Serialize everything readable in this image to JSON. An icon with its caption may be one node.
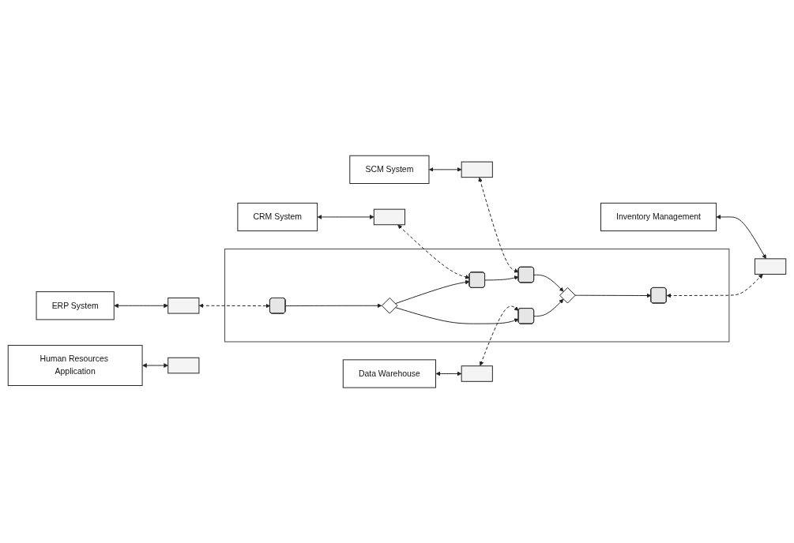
{
  "diagram": {
    "nodes": [
      {
        "text": [
          "CRM System"
        ]
      },
      {
        "text": [
          "SCM System"
        ]
      },
      {
        "text": [
          "ERP System"
        ]
      },
      {
        "text": [
          "Data Warehouse"
        ]
      },
      {
        "text": [
          "Human Resources Application"
        ]
      },
      {
        "text": [
          "Inventory Management"
        ]
      },
      {
        "text": [],
        "shape": "box"
      },
      {
        "text": [],
        "shape": "box"
      },
      {
        "text": [],
        "shape": "box"
      },
      {
        "text": [],
        "shape": "box"
      },
      {
        "text": [],
        "shape": "box"
      },
      {
        "text": [],
        "shape": "box"
      },
      {
        "text": [],
        "shape": "box"
      },
      {
        "text": [],
        "shape": "box",
        "in": 6
      },
      {
        "text": [],
        "shape": "diamond",
        "in": 6
      },
      {
        "text": [],
        "shape": "box",
        "in": 6
      },
      {
        "text": [],
        "shape": "box",
        "in": 6
      },
      {
        "text": [],
        "shape": "box",
        "in": 6
      },
      {
        "text": [],
        "shape": "diamond",
        "in": 6
      },
      {
        "text": [],
        "shape": "box",
        "in": 6
      }
    ],
    "edges": [
      {
        "from": 0,
        "to": 7,
        "arrow": "both"
      },
      {
        "from": 1,
        "to": 8,
        "arrow": "both"
      },
      {
        "from": 2,
        "to": 9,
        "arrow": "both"
      },
      {
        "from": 3,
        "to": 10,
        "arrow": "both"
      },
      {
        "from": 4,
        "to": 11,
        "arrow": "both"
      },
      {
        "from": 5,
        "to": 12,
        "arrow": "both"
      },
      {
        "from": 7,
        "to": 15,
        "arrow": "both",
        "style": "dashed"
      },
      {
        "from": 8,
        "to": 16,
        "arrow": "both",
        "style": "dashed"
      },
      {
        "from": 9,
        "to": 13,
        "arrow": "both",
        "style": "dashed"
      },
      {
        "from": 10,
        "to": 17,
        "arrow": "both",
        "style": "dashed"
      },
      {
        "from": 19,
        "to": 12,
        "arrow": "both",
        "style": "dashed"
      },
      {
        "from": 13,
        "to": 14,
        "arrow": "to"
      },
      {
        "from": 14,
        "to": 15,
        "arrow": "to"
      },
      {
        "from": 14,
        "to": 17,
        "arrow": "to"
      },
      {
        "from": 15,
        "to": 16,
        "arrow": "to"
      },
      {
        "from": 16,
        "to": 18,
        "arrow": "to"
      },
      {
        "from": 17,
        "to": 18,
        "arrow": "to"
      },
      {
        "from": 18,
        "to": 19,
        "arrow": "to"
      }
    ]
  }
}
